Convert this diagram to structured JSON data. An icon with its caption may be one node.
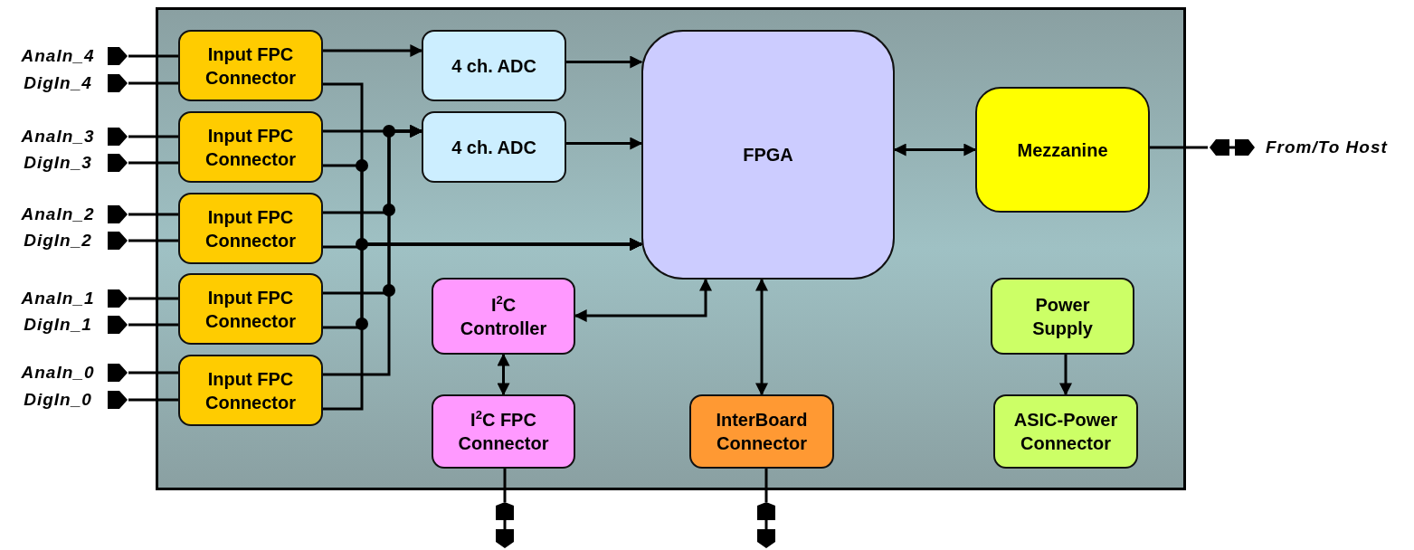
{
  "diagram": {
    "nodes": [
      {
        "text": [],
        "shape": "box"
      },
      {
        "text": [
          "Input FPC Connector"
        ],
        "in": 0
      },
      {
        "text": [
          "Input FPC Connector"
        ],
        "in": 0
      },
      {
        "text": [
          "Input FPC Connector"
        ],
        "in": 0
      },
      {
        "text": [
          "Input FPC Connector"
        ],
        "in": 0
      },
      {
        "text": [
          "Input FPC Connector"
        ],
        "in": 0
      },
      {
        "text": [
          "4 ch. ADC"
        ],
        "in": 0
      },
      {
        "text": [
          "4 ch. ADC"
        ],
        "in": 0
      },
      {
        "text": [
          "FPGA"
        ],
        "in": 0
      },
      {
        "text": [
          "Mezzanine"
        ],
        "in": 0
      },
      {
        "text": [
          "I$^{2}$C Controller"
        ],
        "in": 0
      },
      {
        "text": [
          "Power Supply"
        ],
        "in": 0
      },
      {
        "text": [
          "I$^{2}$C FPC Connector"
        ],
        "in": 0
      },
      {
        "text": [
          "InterBoard Connector"
        ],
        "in": 0
      },
      {
        "text": [
          "ASIC-Power Connector"
        ],
        "in": 0
      },
      {
        "text": [
          "AnaIn_4"
        ]
      },
      {
        "text": [
          "DigIn_4"
        ]
      },
      {
        "text": [
          "AnaIn_3"
        ]
      },
      {
        "text": [
          "DigIn_3"
        ]
      },
      {
        "text": [
          "AnaIn_2"
        ]
      },
      {
        "text": [
          "DigIn_2"
        ]
      },
      {
        "text": [
          "AnaIn_1"
        ]
      },
      {
        "text": [
          "DigIn_1"
        ]
      },
      {
        "text": [
          "AnaIn_0"
        ]
      },
      {
        "text": [
          "DigIn_0"
        ]
      },
      {
        "text": [
          "From/To Host"
        ]
      },
      {
        "text": [],
        "shape": "plug"
      },
      {
        "text": [],
        "shape": "plug"
      }
    ],
    "edges": [
      {
        "from": 15,
        "to": 1,
        "arrow": "none"
      },
      {
        "from": 16,
        "to": 1,
        "arrow": "none"
      },
      {
        "from": 17,
        "to": 2,
        "arrow": "none"
      },
      {
        "from": 18,
        "to": 2,
        "arrow": "none"
      },
      {
        "from": 19,
        "to": 3,
        "arrow": "none"
      },
      {
        "from": 20,
        "to": 3,
        "arrow": "none"
      },
      {
        "from": 21,
        "to": 4,
        "arrow": "none"
      },
      {
        "from": 22,
        "to": 4,
        "arrow": "none"
      },
      {
        "from": 23,
        "to": 5,
        "arrow": "none"
      },
      {
        "from": 24,
        "to": 5,
        "arrow": "none"
      },
      {
        "from": 1,
        "to": 6,
        "arrow": "to"
      },
      {
        "from": 2,
        "to": 7,
        "arrow": "to"
      },
      {
        "from": 3,
        "to": 7,
        "arrow": "to"
      },
      {
        "from": 4,
        "to": 7,
        "arrow": "to"
      },
      {
        "from": 5,
        "to": 7,
        "arrow": "to"
      },
      {
        "from": 1,
        "to": 8,
        "arrow": "to"
      },
      {
        "from": 2,
        "to": 8,
        "arrow": "to"
      },
      {
        "from": 3,
        "to": 8,
        "arrow": "to"
      },
      {
        "from": 4,
        "to": 8,
        "arrow": "to"
      },
      {
        "from": 5,
        "to": 8,
        "arrow": "to"
      },
      {
        "from": 6,
        "to": 8,
        "arrow": "to"
      },
      {
        "from": 7,
        "to": 8,
        "arrow": "to"
      },
      {
        "from": 8,
        "to": 9,
        "arrow": "both"
      },
      {
        "from": 10,
        "to": 8,
        "arrow": "both"
      },
      {
        "from": 10,
        "to": 12,
        "arrow": "both"
      },
      {
        "from": 8,
        "to": 13,
        "arrow": "both"
      },
      {
        "from": 11,
        "to": 14,
        "arrow": "to"
      },
      {
        "from": 9,
        "to": 25,
        "arrow": "none"
      },
      {
        "from": 12,
        "to": 26,
        "arrow": "none"
      },
      {
        "from": 13,
        "to": 27,
        "arrow": "none"
      }
    ]
  }
}
